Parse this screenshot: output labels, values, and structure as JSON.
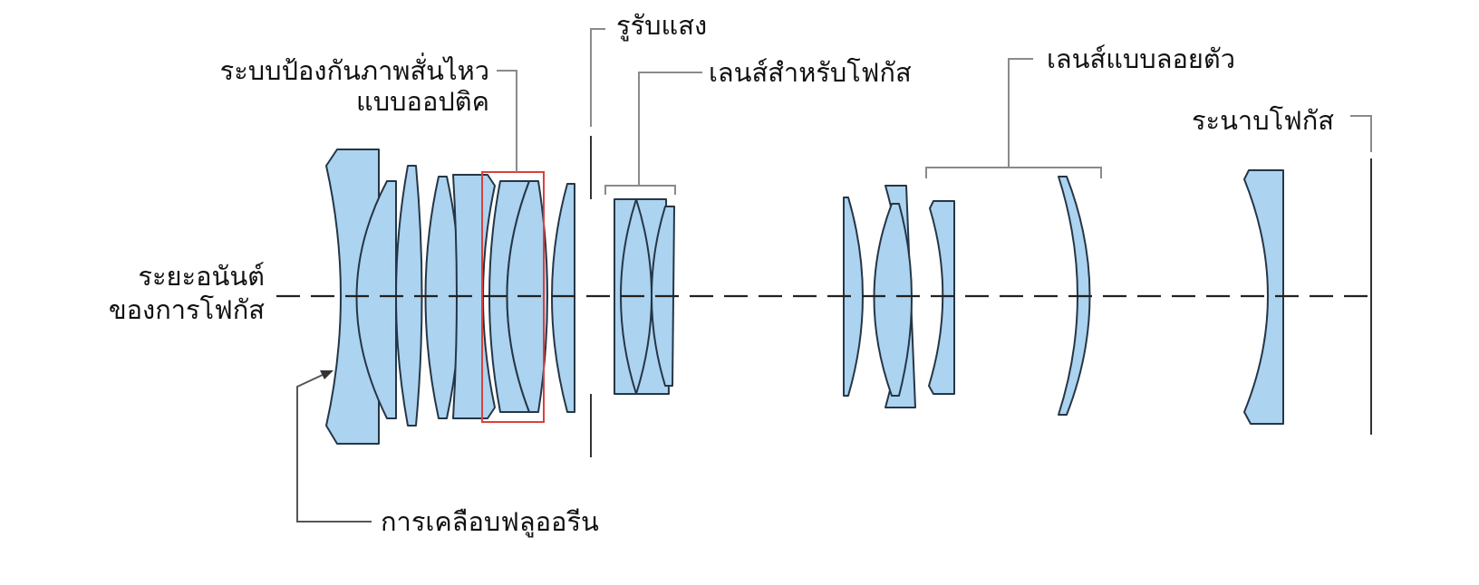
{
  "colors": {
    "lens_fill": "#acd3f0",
    "lens_stroke": "#253646",
    "highlight": "#d9413c",
    "leader": "#8a8a8a"
  },
  "labels": {
    "stabilizer_line1": "ระบบป้องกันภาพสั่นไหว",
    "stabilizer_line2": "แบบออปติค",
    "aperture": "รูรับแสง",
    "focus_lens": "เลนส์สำหรับโฟกัส",
    "floating_lens": "เลนส์แบบลอยตัว",
    "focal_plane": "ระนาบโฟกัส",
    "infinity_line1": "ระยะอนันต์",
    "infinity_line2": "ของการโฟกัส",
    "fluorine_coating": "การเคลือบฟลูออรีน"
  }
}
